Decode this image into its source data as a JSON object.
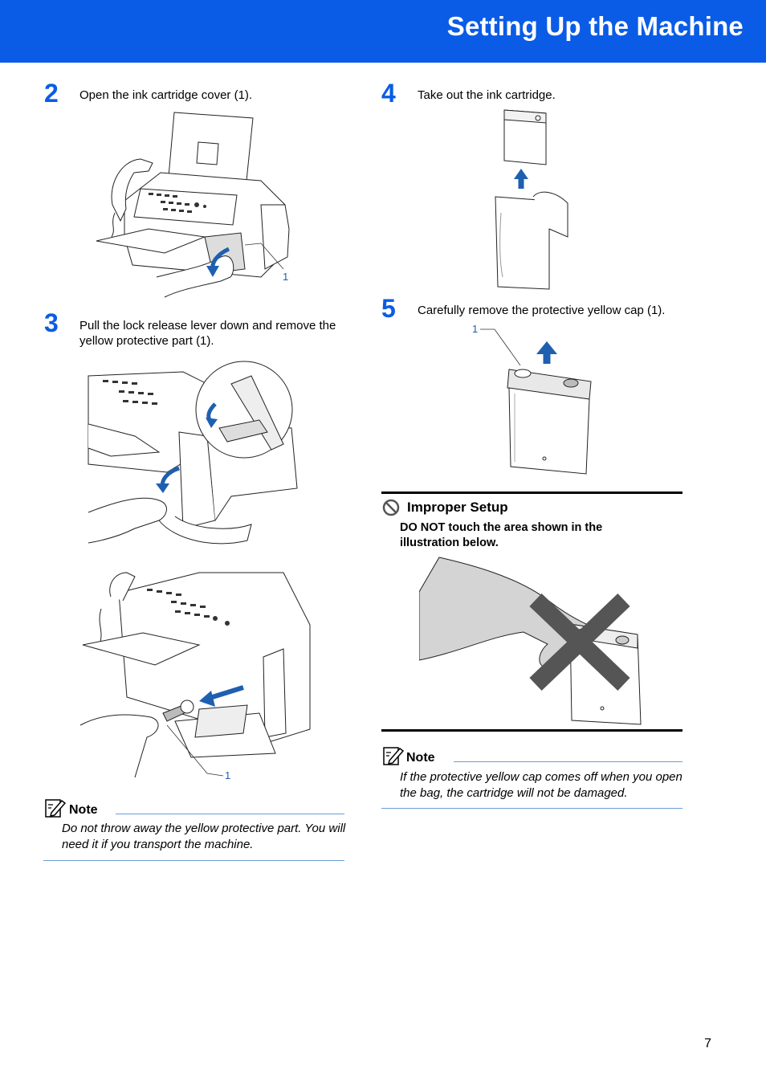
{
  "header": {
    "title": "Setting Up the Machine"
  },
  "steps": [
    {
      "number": "2",
      "text": "Open the ink cartridge cover (1)."
    },
    {
      "number": "3",
      "text": "Pull the lock release lever down and remove the yellow protective part (1)."
    },
    {
      "number": "4",
      "text": "Take out the ink cartridge."
    },
    {
      "number": "5",
      "text": "Carefully remove the protective yellow cap (1)."
    }
  ],
  "callouts": {
    "step2": "1",
    "step3": "1",
    "step5": "1"
  },
  "notes": [
    {
      "title": "Note",
      "body": "Do not throw away the yellow protective part. You will need it if you transport the machine."
    },
    {
      "title": "Note",
      "body": "If the protective yellow cap comes off when you open the bag, the cartridge will not be damaged."
    }
  ],
  "improper_setup": {
    "title": "Improper Setup",
    "body": "DO NOT touch the area shown in the illustration below."
  },
  "page_number": "7",
  "colors": {
    "accent": "#0a5ce6",
    "arrow": "#1f5fb0",
    "rule": "#6a9fd6"
  }
}
